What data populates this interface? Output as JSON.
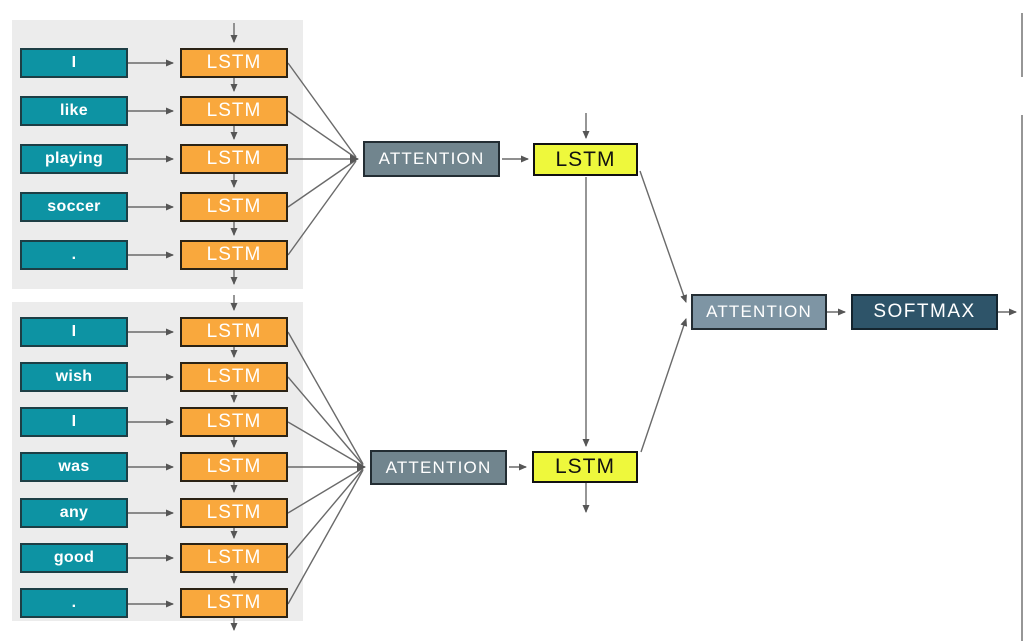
{
  "colors": {
    "panel_bg": "#ececec",
    "word_box": "#0d93a3",
    "word_border": "#1d3e45",
    "lstm_box": "#f9a83d",
    "lstm_border": "#2b2315",
    "decoder_lstm_box": "#eef83c",
    "decoder_border": "#111111",
    "attention_box": "#71858e",
    "attention_right_box": "#7e95a4",
    "attention_border": "#232d33",
    "softmax_box": "#2e5469",
    "softmax_border": "#14242e",
    "line": "#6a6a6a",
    "text_light": "#ffffff",
    "text_dark": "#111111"
  },
  "encoder_top": {
    "words": [
      "I",
      "like",
      "playing",
      "soccer",
      "."
    ],
    "lstm_label": "LSTM",
    "attention_label": "ATTENTION"
  },
  "encoder_bottom": {
    "words": [
      "I",
      "wish",
      "I",
      "was",
      "any",
      "good",
      "."
    ],
    "lstm_label": "LSTM",
    "attention_label": "ATTENTION"
  },
  "decoder": {
    "lstm_top_label": "LSTM",
    "lstm_bottom_label": "LSTM"
  },
  "output": {
    "attention_label": "ATTENTION",
    "softmax_label": "SOFTMAX"
  }
}
